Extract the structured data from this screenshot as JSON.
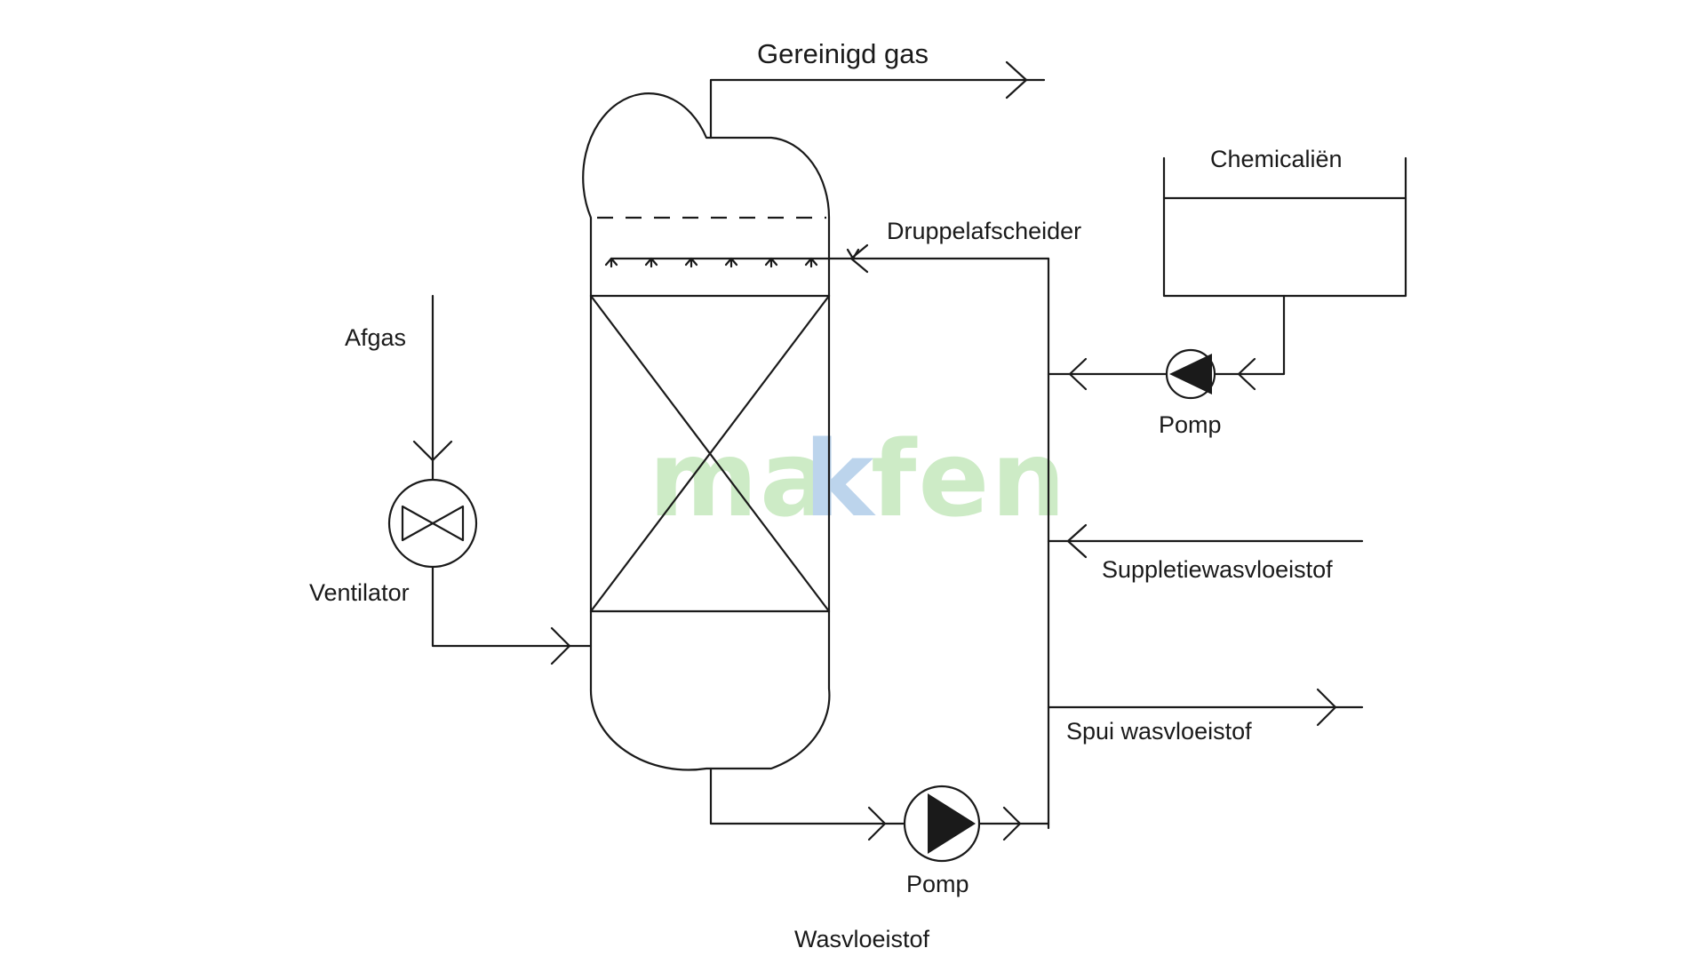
{
  "diagram": {
    "labels": {
      "purified_gas": "Gereinigd gas",
      "chemicals": "Chemicaliën",
      "mist_eliminator": "Druppelafscheider",
      "off_gas": "Afgas",
      "fan": "Ventilator",
      "pump_top": "Pomp",
      "makeup_liquid": "Suppletiewasvloeistof",
      "bleed_liquid": "Spui wasvloeistof",
      "pump_bottom": "Pomp",
      "scrubbing_liquid": "Wasvloeistof"
    },
    "watermark": {
      "text_left": "ma",
      "text_k": "k",
      "text_right": "fen",
      "color_green": "#cdebc6",
      "color_blue": "#bcd4ec"
    }
  }
}
